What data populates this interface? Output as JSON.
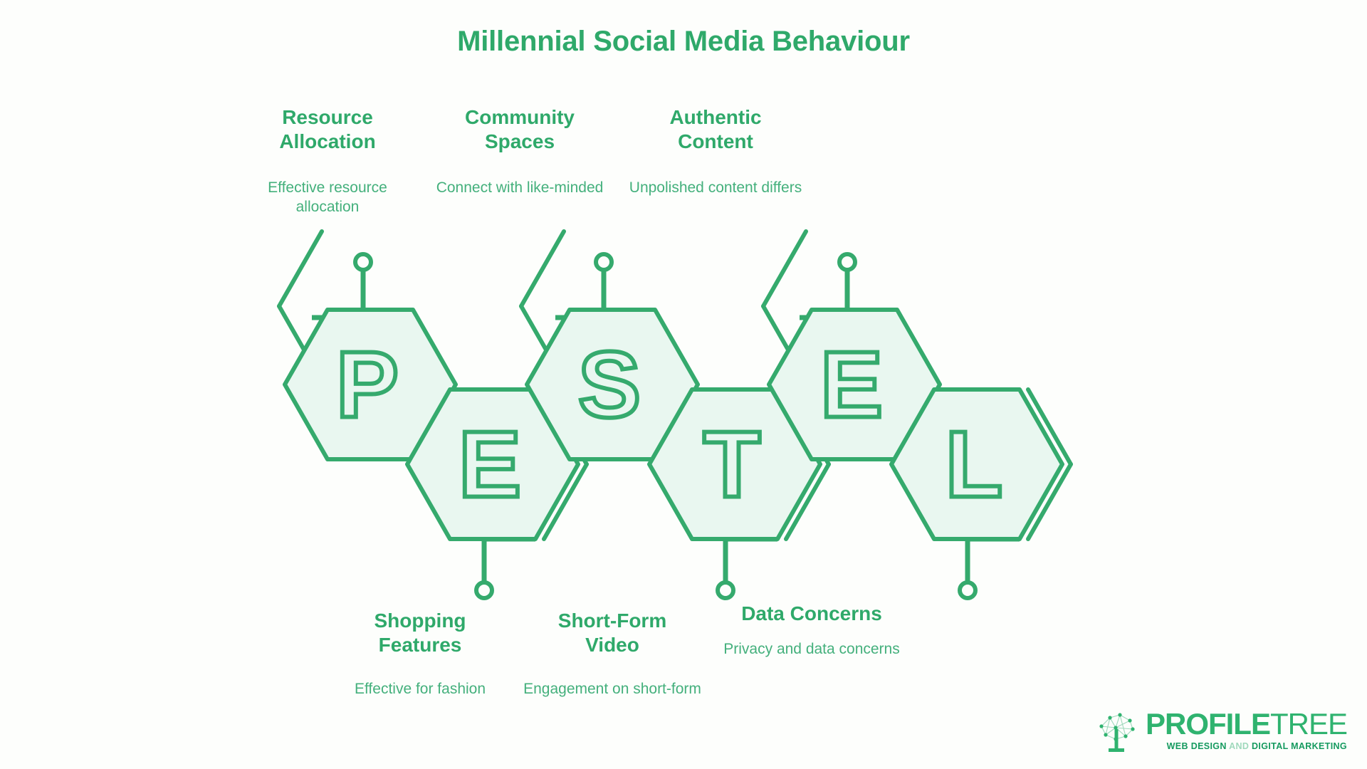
{
  "header": {
    "title": "Millennial Social Media Behaviour"
  },
  "theme": {
    "accent": "#2fa96a",
    "accent_light": "#44b07c",
    "hex_fill": "#e9f7f0",
    "hex_stroke": "#35aa6d",
    "background": "#fdfefc"
  },
  "hexagons": [
    {
      "letter": "P",
      "name": "hexagon-p"
    },
    {
      "letter": "E",
      "name": "hexagon-e"
    },
    {
      "letter": "S",
      "name": "hexagon-s"
    },
    {
      "letter": "T",
      "name": "hexagon-t"
    },
    {
      "letter": "E",
      "name": "hexagon-e2"
    },
    {
      "letter": "L",
      "name": "hexagon-l"
    }
  ],
  "callouts": {
    "top": [
      {
        "title": "Resource\nAllocation",
        "description": "Effective resource allocation"
      },
      {
        "title": "Community\nSpaces",
        "description": "Connect with like-minded"
      },
      {
        "title": "Authentic\nContent",
        "description": "Unpolished content differs"
      }
    ],
    "bottom": [
      {
        "title": "Shopping\nFeatures",
        "description": "Effective for fashion"
      },
      {
        "title": "Short-Form\nVideo",
        "description": "Engagement on short-form"
      },
      {
        "title": "Data Concerns",
        "description": "Privacy and data concerns"
      }
    ]
  },
  "logo": {
    "word_primary": "PROFILE",
    "word_secondary": "TREE",
    "tagline_primary": "WEB DESIGN",
    "tagline_secondary": " AND ",
    "tagline_tertiary": "DIGITAL MARKETING",
    "mark": "network-tree-icon"
  }
}
